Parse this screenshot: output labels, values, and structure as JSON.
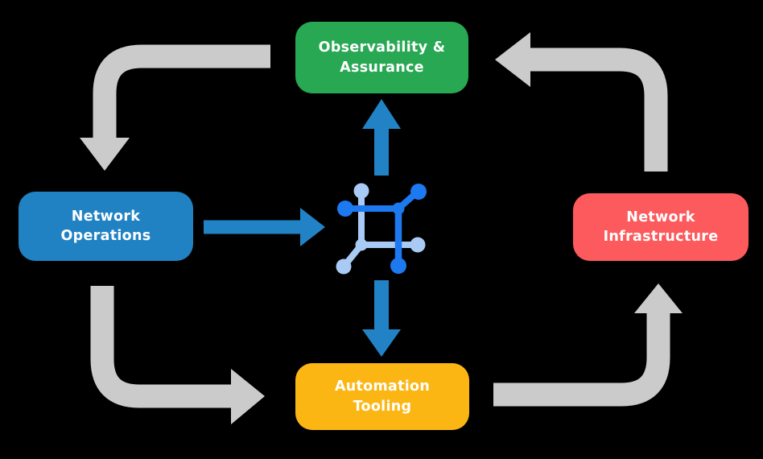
{
  "diagram": {
    "background": "#000000",
    "text_color": "#ffffff",
    "nodes": {
      "observability": {
        "label": "Observability & Assurance",
        "lines": [
          "Observability &",
          "Assurance"
        ],
        "color": "#28a852"
      },
      "operations": {
        "label": "Network Operations",
        "lines": [
          "Network",
          "Operations"
        ],
        "color": "#2182c3"
      },
      "infrastructure": {
        "label": "Network Infrastructure",
        "lines": [
          "Network",
          "Infrastructure"
        ],
        "color": "#fc5a5c"
      },
      "automation": {
        "label": "Automation Tooling",
        "lines": [
          "Automation",
          "Tooling"
        ],
        "color": "#fcb614"
      }
    },
    "center_icon": {
      "name": "network-mesh-icon",
      "dark_color": "#1c79f0",
      "light_color": "#a9caf4"
    },
    "arrows": {
      "gray_color": "#cbcbcb",
      "blue_color": "#2183c6",
      "edges": [
        {
          "from": "Observability & Assurance",
          "to": "Network Operations",
          "style": "gray"
        },
        {
          "from": "Network Operations",
          "to": "Automation Tooling",
          "style": "gray"
        },
        {
          "from": "Automation Tooling",
          "to": "Network Infrastructure",
          "style": "gray"
        },
        {
          "from": "Network Infrastructure",
          "to": "Observability & Assurance",
          "style": "gray"
        },
        {
          "from": "Network Operations",
          "to": "network-mesh-icon",
          "style": "blue"
        },
        {
          "from": "network-mesh-icon",
          "to": "Observability & Assurance",
          "style": "blue"
        },
        {
          "from": "network-mesh-icon",
          "to": "Automation Tooling",
          "style": "blue"
        }
      ]
    }
  }
}
